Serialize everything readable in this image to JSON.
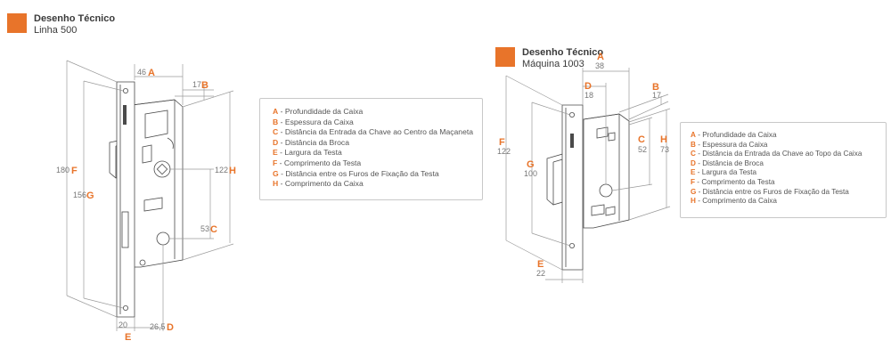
{
  "colors": {
    "accent": "#e8742a",
    "line": "#4a4a4a",
    "dim": "#9a9a9a"
  },
  "left": {
    "title": "Desenho Técnico",
    "subtitle": "Linha 500",
    "legend": [
      {
        "letter": "A",
        "text": "Profundidade da Caixa"
      },
      {
        "letter": "B",
        "text": "Espessura da Caixa"
      },
      {
        "letter": "C",
        "text": "Distância da Entrada da Chave ao Centro da Maçaneta"
      },
      {
        "letter": "D",
        "text": "Distância da Broca"
      },
      {
        "letter": "E",
        "text": "Largura da Testa"
      },
      {
        "letter": "F",
        "text": "Comprimento da Testa"
      },
      {
        "letter": "G",
        "text": "Distância entre os Furos de Fixação da Testa"
      },
      {
        "letter": "H",
        "text": "Comprimento da Caixa"
      }
    ],
    "dims": {
      "A": "46",
      "B": "17",
      "C": "53",
      "D": "26,5",
      "E": "20",
      "F": "180",
      "G": "156",
      "H": "122"
    }
  },
  "right": {
    "title": "Desenho Técnico",
    "subtitle": "Máquina 1003",
    "legend": [
      {
        "letter": "A",
        "text": "Profundidade da Caixa"
      },
      {
        "letter": "B",
        "text": "Espessura da Caixa"
      },
      {
        "letter": "C",
        "text": "Distância da Entrada da Chave ao Topo da Caixa"
      },
      {
        "letter": "D",
        "text": "Distância de Broca"
      },
      {
        "letter": "E",
        "text": "Largura da Testa"
      },
      {
        "letter": "F",
        "text": "Comprimento da Testa"
      },
      {
        "letter": "G",
        "text": "Distância entre os Furos de Fixação da Testa"
      },
      {
        "letter": "H",
        "text": "Comprimento da Caixa"
      }
    ],
    "dims": {
      "A": "38",
      "B": "17",
      "C": "52",
      "D": "18",
      "E": "22",
      "F": "122",
      "G": "100",
      "H": "73"
    }
  },
  "separator": "-"
}
